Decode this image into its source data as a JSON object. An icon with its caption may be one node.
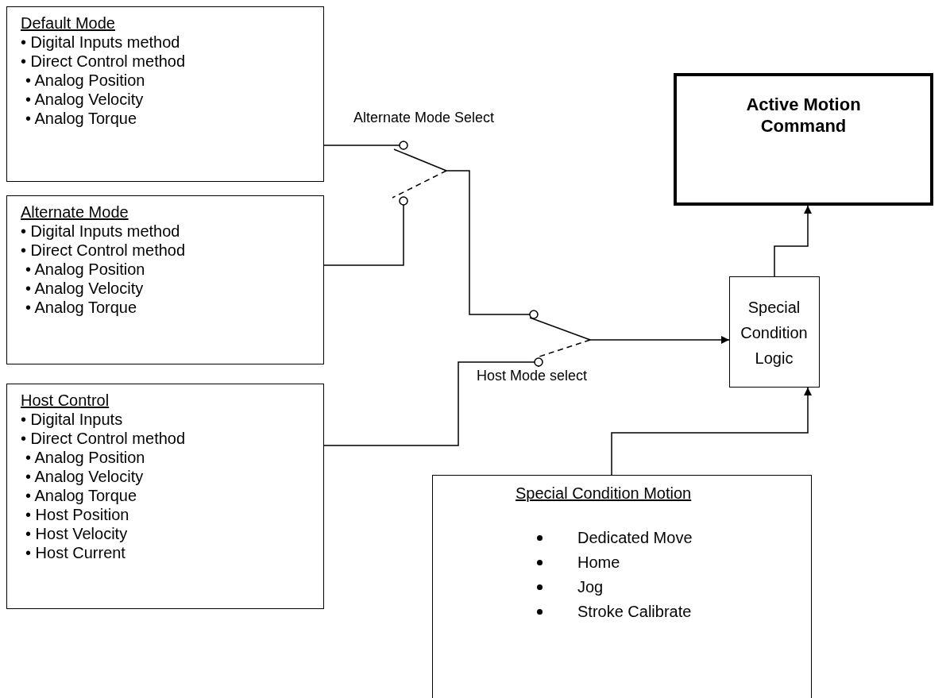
{
  "diagram": {
    "nodes": [
      {
        "text": [
          "Default Mode",
          "• Digital Inputs method",
          "• Direct Control method",
          "• Analog Position",
          "• Analog Velocity",
          "• Analog Torque"
        ]
      },
      {
        "text": [
          "Alternate Mode",
          "• Digital Inputs method",
          "• Direct Control method",
          "• Analog Position",
          "• Analog Velocity",
          "• Analog Torque"
        ]
      },
      {
        "text": [
          "Host Control",
          "• Digital Inputs",
          "• Direct Control method",
          "• Analog Position",
          "• Analog Velocity",
          "• Analog Torque",
          "• Host Position",
          "• Host Velocity",
          "• Host Current"
        ]
      },
      {
        "text": [
          "Active Motion Command"
        ]
      },
      {
        "text": [
          "Special Condition Logic"
        ]
      },
      {
        "text": [
          "Special Condition Motion",
          "Dedicated Move",
          "Home",
          "Jog",
          "Stroke Calibrate"
        ]
      },
      {
        "text": [],
        "shape": "switch",
        "beside": [
          "Alternate Mode Select"
        ]
      },
      {
        "text": [],
        "shape": "switch",
        "beside": [
          "Host Mode select"
        ]
      }
    ],
    "edges": [
      {
        "from": 0,
        "to": 6,
        "arrow": "none"
      },
      {
        "from": 1,
        "to": 6,
        "arrow": "none"
      },
      {
        "from": 6,
        "to": 7,
        "arrow": "none"
      },
      {
        "from": 2,
        "to": 7,
        "arrow": "none"
      },
      {
        "from": 7,
        "to": 4,
        "arrow": "to"
      },
      {
        "from": 4,
        "to": 3,
        "arrow": "to"
      },
      {
        "from": 5,
        "to": 4,
        "arrow": "to"
      }
    ]
  }
}
